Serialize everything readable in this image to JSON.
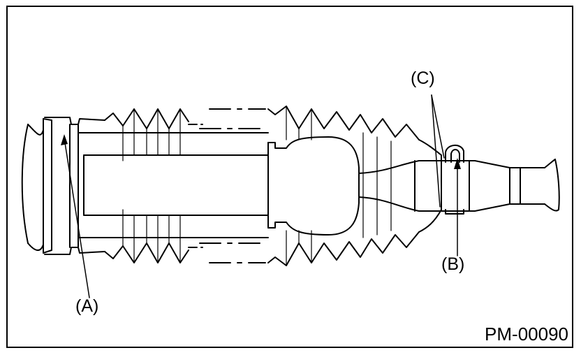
{
  "labels": {
    "a": "(A)",
    "b": "(B)",
    "c": "(C)"
  },
  "figure_code": "PM-00090"
}
